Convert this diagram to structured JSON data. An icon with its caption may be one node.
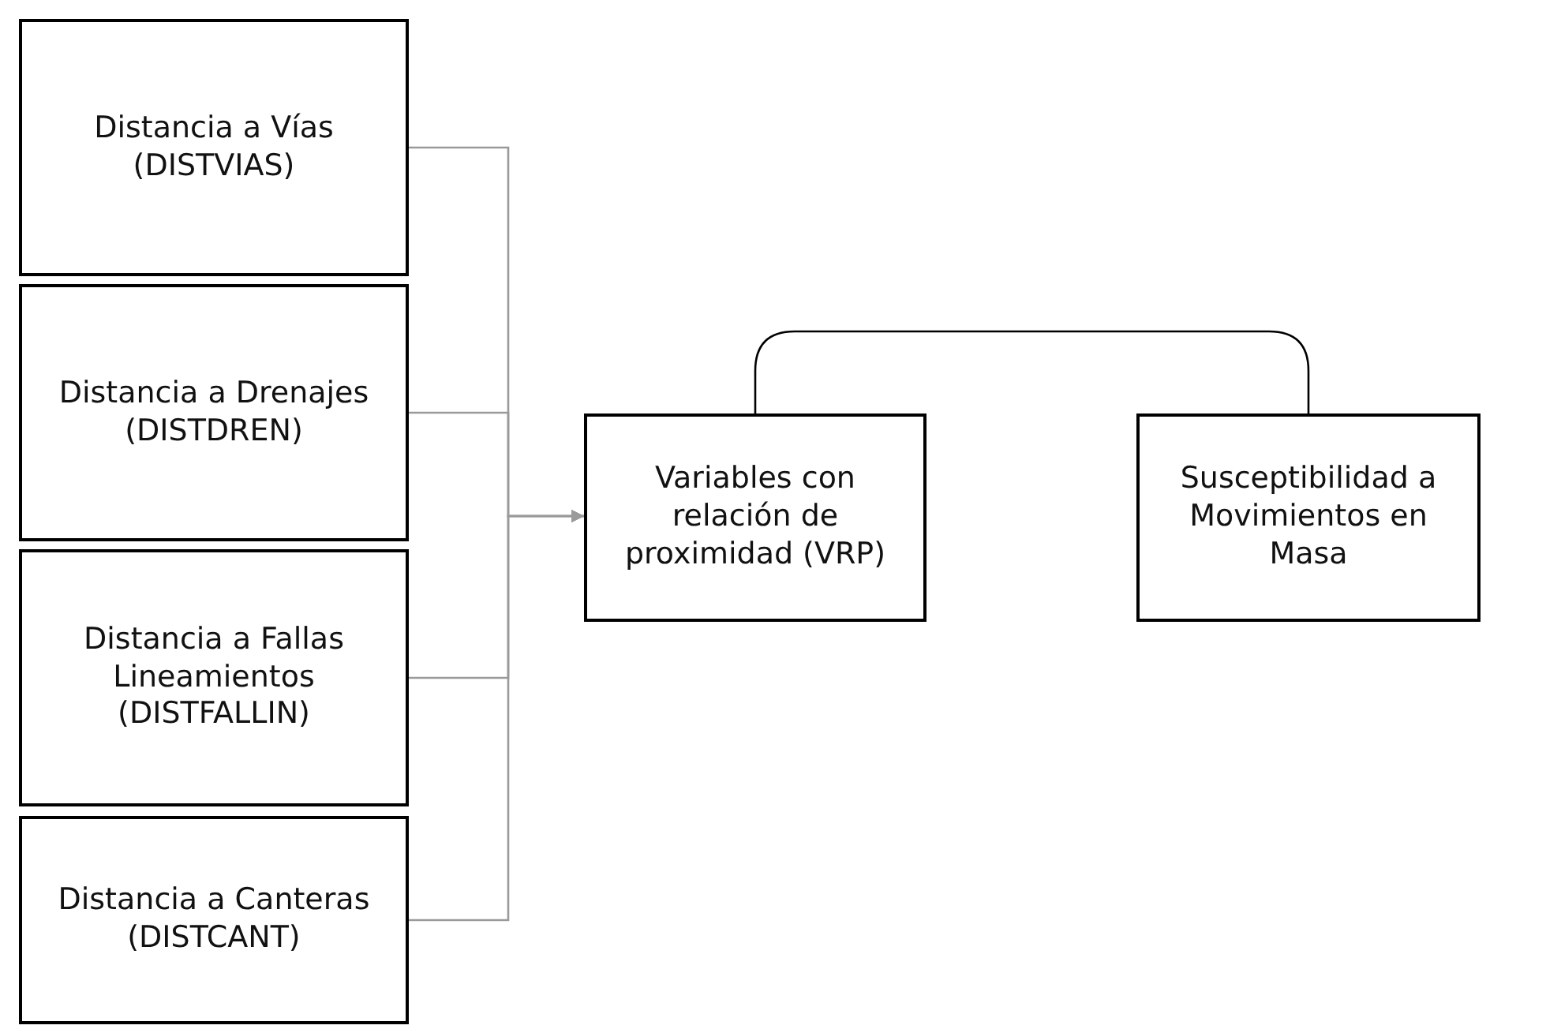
{
  "diagram": {
    "nodes": [
      {
        "text": [
          "Distancia a Vías (DISTVIAS)"
        ]
      },
      {
        "text": [
          "Distancia a Drenajes (DISTDREN)"
        ]
      },
      {
        "text": [
          "Distancia a Fallas Lineamientos (DISTFALLIN)"
        ]
      },
      {
        "text": [
          "Distancia a Canteras (DISTCANT)"
        ]
      },
      {
        "text": [
          "Variables con relación de proximidad (VRP)"
        ]
      },
      {
        "text": [
          "Susceptibilidad a Movimientos en Masa"
        ]
      }
    ],
    "edges": [
      {
        "from": 0,
        "to": 4,
        "arrow": "to"
      },
      {
        "from": 1,
        "to": 4,
        "arrow": "to"
      },
      {
        "from": 2,
        "to": 4,
        "arrow": "to"
      },
      {
        "from": 3,
        "to": 4,
        "arrow": "to"
      },
      {
        "from": 4,
        "to": 5,
        "arrow": "none",
        "color": "#000000"
      }
    ]
  }
}
